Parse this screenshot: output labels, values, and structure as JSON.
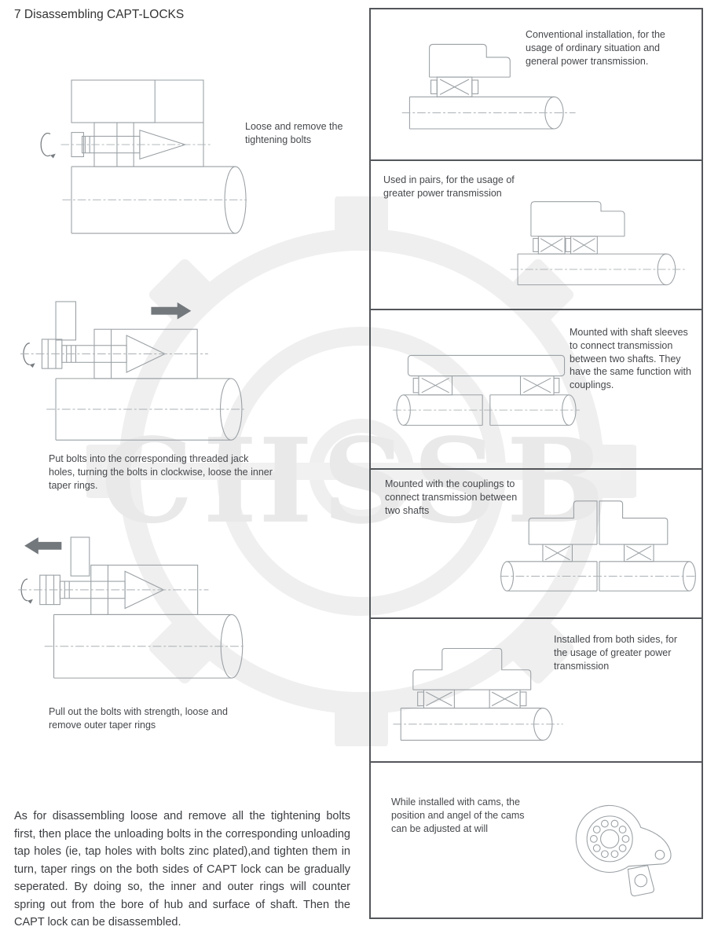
{
  "page": {
    "title": "7 Disassembling CAPT-LOCKS"
  },
  "watermark": {
    "text": "CHSSB"
  },
  "left_column": {
    "steps": [
      {
        "caption": "Loose and remove the tightening bolts"
      },
      {
        "caption": "Put bolts into the corresponding threaded jack holes, turning the bolts in clockwise, loose the inner taper rings."
      },
      {
        "caption": "Pull out the bolts with strength, loose and remove outer taper rings"
      }
    ],
    "paragraph": "As for disassembling loose and remove all the tightening bolts first, then place the unloading bolts in the corresponding unloading tap holes (ie, tap holes with bolts zinc plated),and tighten them in turn, taper rings on the both sides of CAPT lock can be gradually seperated. By doing so, the inner and outer rings will counter spring out from the bore of hub and surface of shaft. Then the CAPT lock can be disassembled."
  },
  "right_panel": {
    "rows": [
      {
        "caption": "Conventional installation, for the usage of ordinary situation and general power transmission."
      },
      {
        "caption": "Used in pairs, for the usage of greater power transmission"
      },
      {
        "caption": "Mounted with shaft sleeves to connect transmission between two shafts. They have the same function with couplings."
      },
      {
        "caption": "Mounted with the couplings to connect transmission between two shafts"
      },
      {
        "caption": "Installed from both sides, for the usage of greater power transmission"
      },
      {
        "caption": "While installed with cams, the position and angel of the cams can be adjusted at will"
      }
    ]
  }
}
